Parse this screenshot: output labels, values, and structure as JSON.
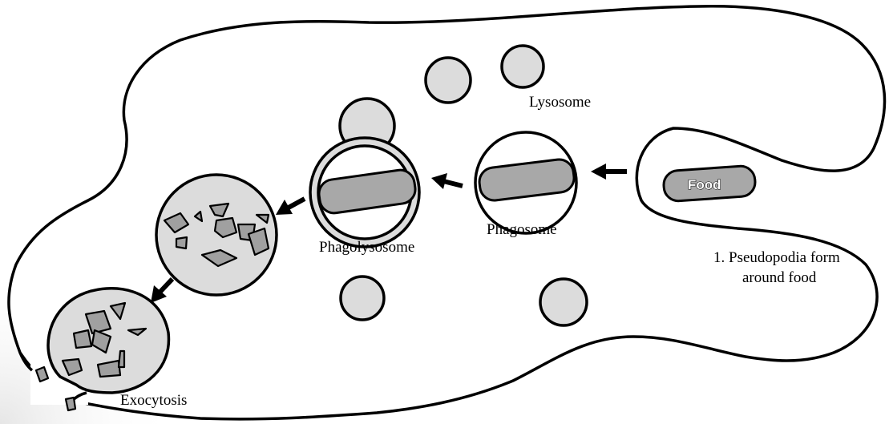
{
  "labels": {
    "lysosome": "Lysosome",
    "food": "Food",
    "phagosome": "Phagosome",
    "phagolysosome": "Phagolysosome",
    "pseudopodia_line1": "1. Pseudopodia form",
    "pseudopodia_line2": "around food",
    "exocytosis": "Exocytosis"
  },
  "colors": {
    "vesicle_fill": "#dcdcdc",
    "food_fill": "#a8a8a8",
    "outline": "#000000"
  }
}
